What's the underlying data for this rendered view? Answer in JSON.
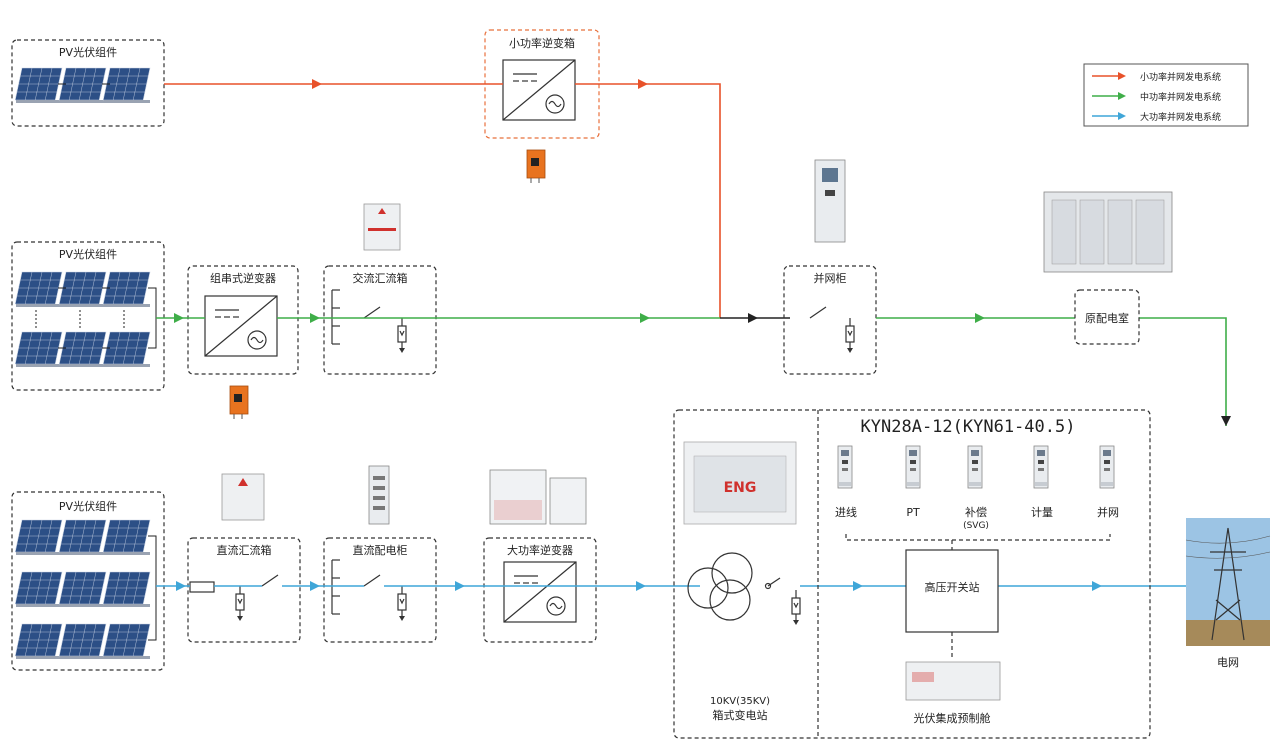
{
  "legend": {
    "small": "小功率并网发电系统",
    "medium": "中功率并网发电系统",
    "large": "大功率并网发电系统",
    "colors": {
      "small": "#e8522a",
      "medium": "#3fae49",
      "large": "#3fa6d8"
    }
  },
  "row1": {
    "pv": "PV光伏组件",
    "inverter_box": "小功率逆变箱"
  },
  "row2": {
    "pv": "PV光伏组件",
    "string_inverter": "组串式逆变器",
    "ac_combiner": "交流汇流箱",
    "grid_cabinet": "并网柜",
    "power_room": "原配电室"
  },
  "row3": {
    "pv": "PV光伏组件",
    "dc_combiner": "直流汇流箱",
    "dc_cabinet": "直流配电柜",
    "large_inverter": "大功率逆变器",
    "substation_line1": "10KV(35KV)",
    "substation_line2": "箱式变电站",
    "brand": "ENG",
    "switchgear_model": "KYN28A-12(KYN61-40.5)",
    "switchgear_items": [
      "进线",
      "PT",
      "补偿",
      "计量",
      "并网"
    ],
    "switchgear_note": "(SVG)",
    "hv_station": "高压开关站",
    "prefab": "光伏集成预制舱",
    "grid": "电网"
  }
}
